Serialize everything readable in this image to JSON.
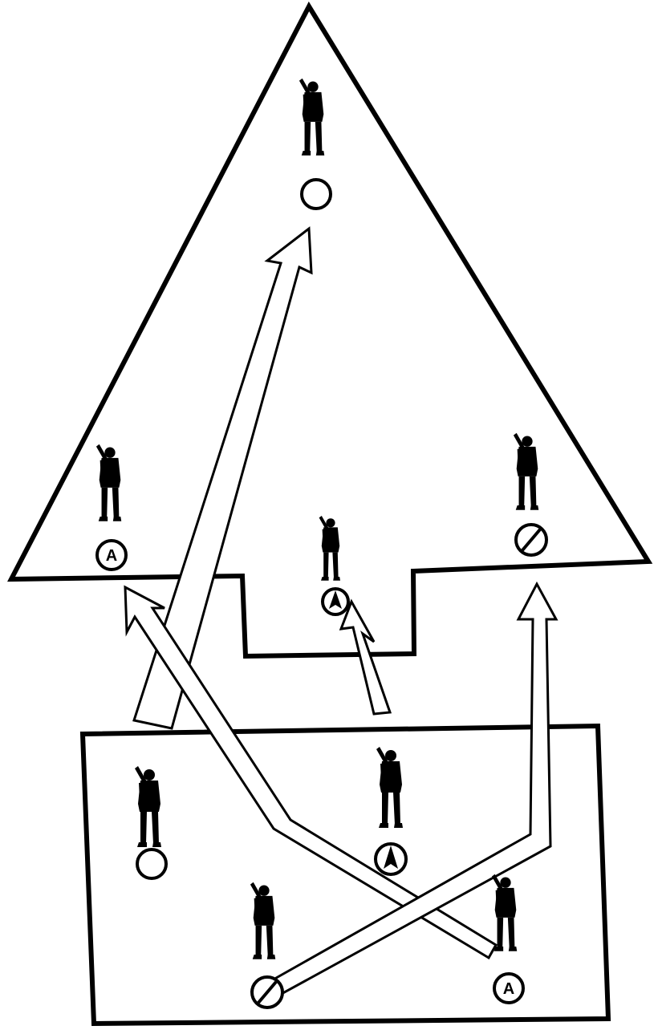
{
  "colors": {
    "ink": "#000000",
    "paper": "#ffffff"
  },
  "markers": {
    "circle": {
      "icon": "empty-circle-icon",
      "label": ""
    },
    "slash": {
      "icon": "slashed-circle-icon",
      "label": ""
    },
    "arrowhead": {
      "icon": "arrowhead-circle-icon",
      "label": ""
    },
    "alpha": {
      "icon": "lettered-circle-icon",
      "label": "A"
    }
  },
  "figures": {
    "start": [
      "circle-marker",
      "arrowhead-marker",
      "slash-marker",
      "alpha-marker"
    ],
    "end": [
      "circle-marker",
      "alpha-marker",
      "arrowhead-marker",
      "slash-marker"
    ]
  }
}
